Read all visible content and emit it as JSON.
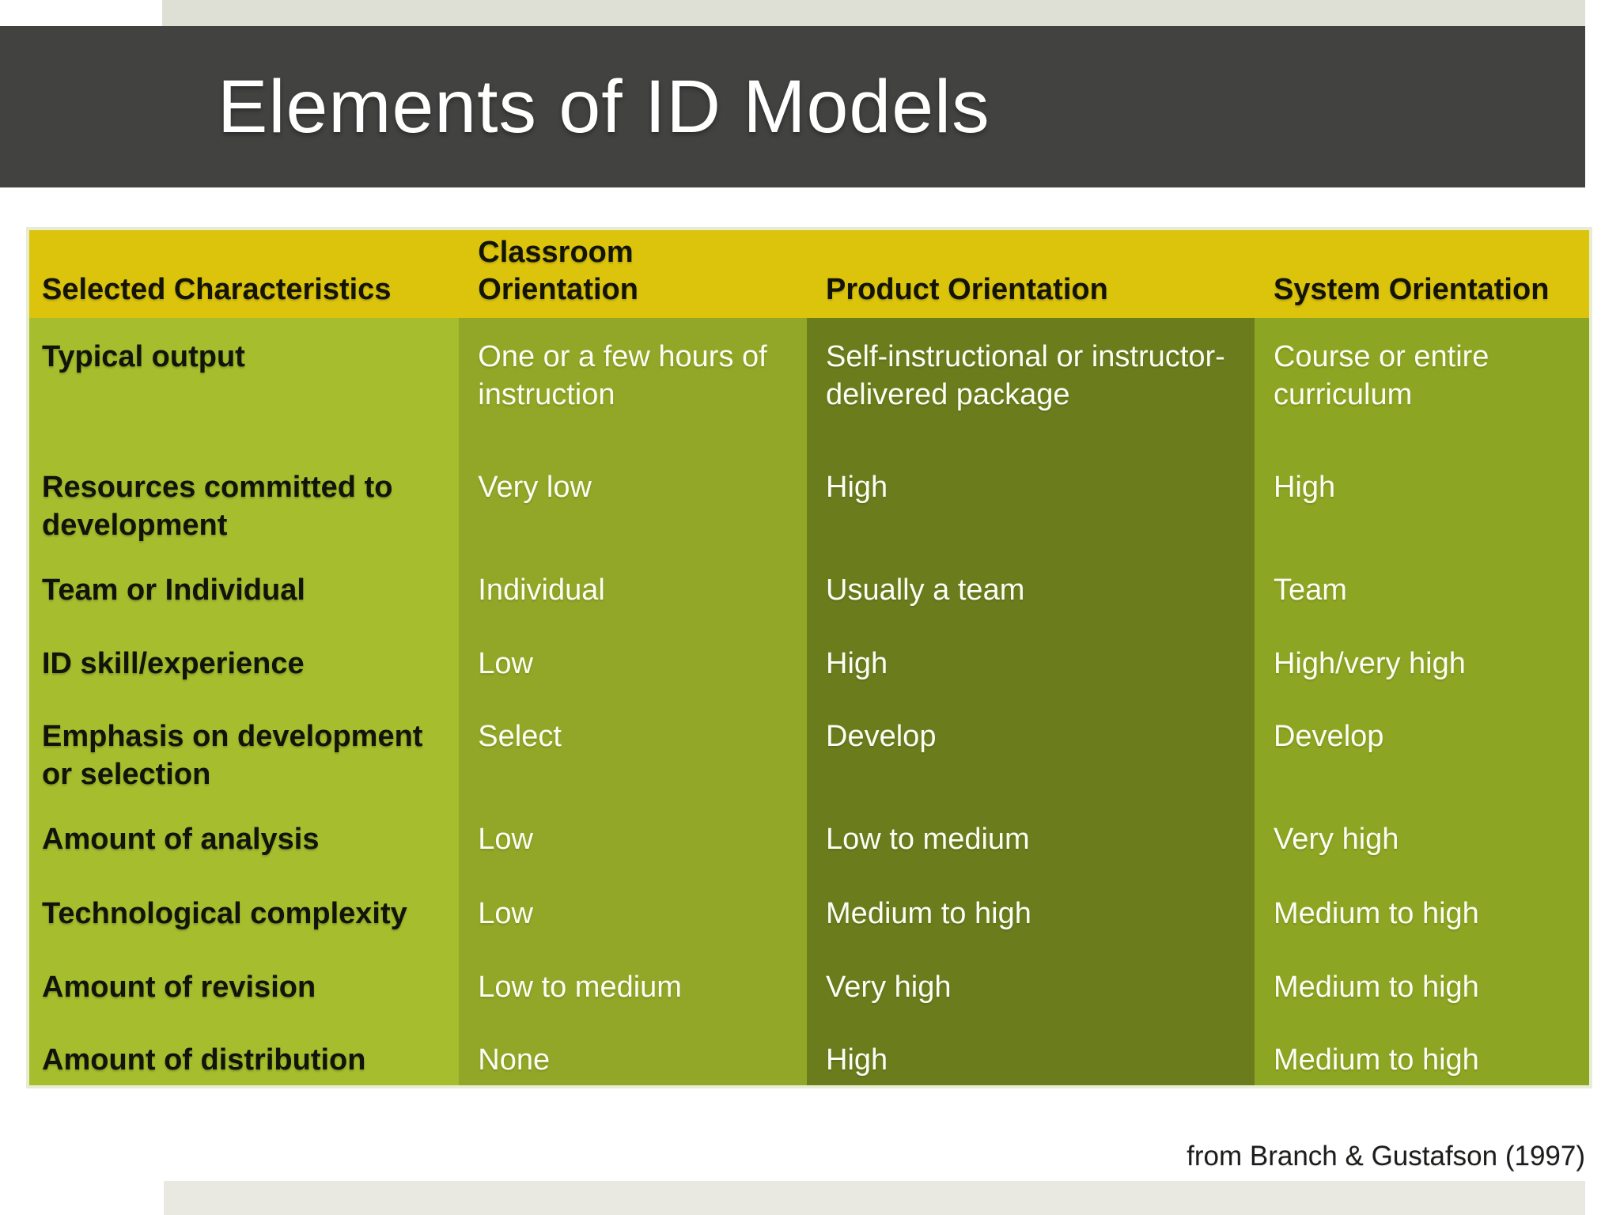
{
  "slide": {
    "title": "Elements of ID Models",
    "citation": "from Branch & Gustafson (1997)"
  },
  "table": {
    "columns": [
      {
        "label": "Selected Characteristics"
      },
      {
        "label": "Classroom Orientation"
      },
      {
        "label": "Product Orientation"
      },
      {
        "label": "System Orientation"
      }
    ],
    "rows": [
      {
        "characteristic": "Typical output",
        "classroom": "One or a few hours of instruction",
        "product": "Self-instructional or instructor-delivered package",
        "system": "Course or entire curriculum"
      },
      {
        "characteristic": "Resources committed to development",
        "classroom": "Very low",
        "product": "High",
        "system": "High"
      },
      {
        "characteristic": "Team or Individual",
        "classroom": "Individual",
        "product": "Usually a team",
        "system": "Team"
      },
      {
        "characteristic": "ID skill/experience",
        "classroom": "Low",
        "product": "High",
        "system": "High/very high"
      },
      {
        "characteristic": "Emphasis on development or selection",
        "classroom": "Select",
        "product": "Develop",
        "system": "Develop"
      },
      {
        "characteristic": "Amount of analysis",
        "classroom": "Low",
        "product": "Low to medium",
        "system": "Very high"
      },
      {
        "characteristic": "Technological complexity",
        "classroom": "Low",
        "product": "Medium to high",
        "system": "Medium to high"
      },
      {
        "characteristic": "Amount of revision",
        "classroom": "Low to medium",
        "product": "Very high",
        "system": "Medium to high"
      },
      {
        "characteristic": "Amount of distribution",
        "classroom": "None",
        "product": "High",
        "system": "Medium to high"
      }
    ]
  },
  "colors": {
    "title_band": "#424241",
    "header_yellow": "#dcc40d",
    "col_characteristics": "#a6bd2d",
    "col_classroom": "#92a627",
    "col_product": "#6b7c1d",
    "col_system": "#8ca522",
    "accent_strip_top": "#dedfd5",
    "accent_strip_bottom": "#e9e9e1",
    "table_border": "#e7ecd2"
  }
}
